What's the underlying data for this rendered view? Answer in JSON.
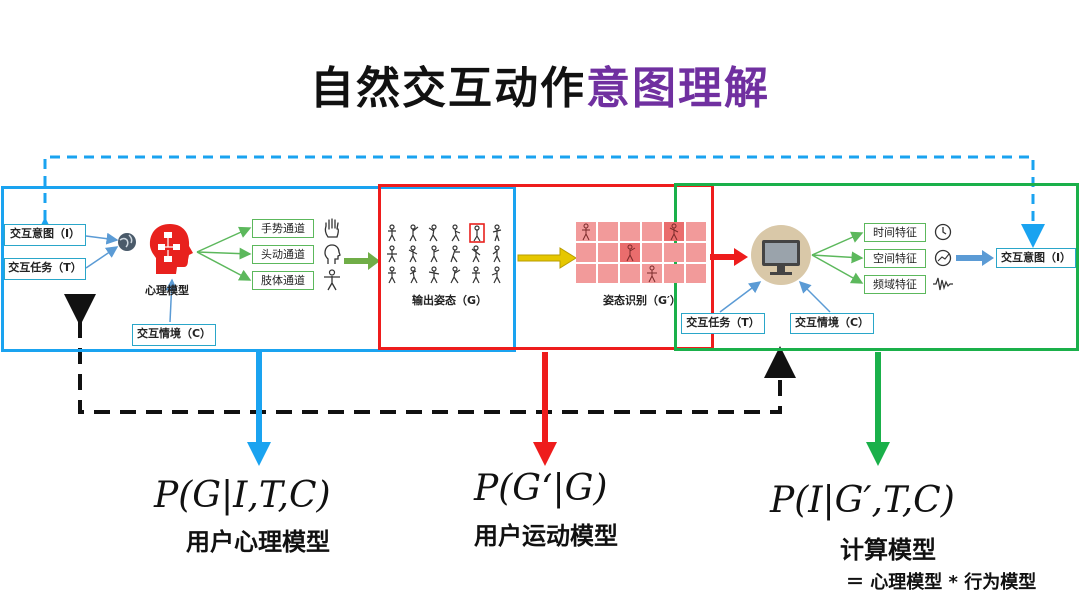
{
  "title": {
    "part1": "自然交互动作",
    "part2": "意图理解"
  },
  "colors": {
    "blue": "#1aa3f0",
    "red": "#ee1c1c",
    "green": "#1ab04a",
    "purple": "#7030a0",
    "black": "#111111"
  },
  "psych": {
    "intent": "交互意图（I）",
    "task": "交互任务（T）",
    "context": "交互情境（C）",
    "model_label": "心理模型",
    "channels": [
      "手势通道",
      "头动通道",
      "肢体通道"
    ],
    "channel_icons": [
      "hand-icon",
      "head-icon",
      "body-icon"
    ]
  },
  "gesture": {
    "output_label": "输出姿态（G）",
    "recog_label": "姿态识别（G′）"
  },
  "compute": {
    "features": [
      "时间特征",
      "空间特征",
      "频域特征"
    ],
    "feature_icons": [
      "clock-icon",
      "space-icon",
      "wave-icon"
    ],
    "task": "交互任务（T）",
    "context": "交互情境（C）",
    "intent_out": "交互意图（I）"
  },
  "formulas": {
    "f1": "P(G|I,T,C)",
    "c1": "用户心理模型",
    "f2": "P(G‘|G)",
    "c2": "用户运动模型",
    "f3": "P(I|G′,T,C)",
    "c3": "计算模型",
    "note": "＝ 心理模型 * 行为模型"
  }
}
